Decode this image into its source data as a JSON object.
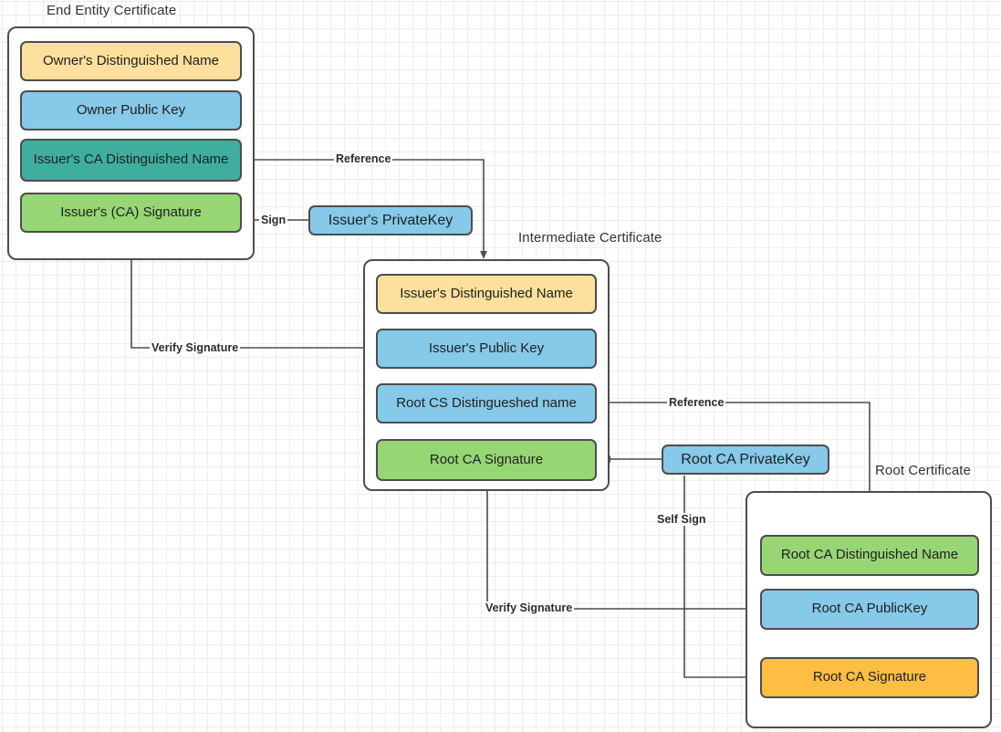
{
  "diagram": {
    "title_endentity": "End Entity Certificate",
    "title_intermediate": "Intermediate Certificate",
    "title_root": "Root Certificate",
    "colors": {
      "yellow": "#fce09b",
      "blue": "#86c9e8",
      "teal": "#3fae9f",
      "green": "#97d675",
      "orange": "#fdbe43",
      "stroke": "#4d4d4d",
      "grid_minor": "#ededed",
      "grid_major": "#dcdcdc",
      "background": "#ffffff"
    }
  },
  "end_entity": {
    "title": "End Entity Certificate",
    "fields": [
      {
        "label": "Owner's Distinguished Name",
        "color": "#fce09b"
      },
      {
        "label": "Owner Public  Key",
        "color": "#86c9e8"
      },
      {
        "label": "Issuer's CA Distinguished Name",
        "color": "#3fae9f"
      },
      {
        "label": "Issuer's (CA) Signature",
        "color": "#97d675"
      }
    ]
  },
  "intermediate": {
    "title": "Intermediate Certificate",
    "fields": [
      {
        "label": "Issuer's Distinguished Name",
        "color": "#fce09b"
      },
      {
        "label": "Issuer's Public  Key",
        "color": "#86c9e8"
      },
      {
        "label": "Root CS Distingueshed name",
        "color": "#86c9e8"
      },
      {
        "label": "Root CA Signature",
        "color": "#97d675"
      }
    ]
  },
  "root": {
    "title": "Root Certificate",
    "fields": [
      {
        "label": "Root CA Distinguished Name",
        "color": "#97d675"
      },
      {
        "label": "Root CA PublicKey",
        "color": "#86c9e8"
      },
      {
        "label": "Root CA Signature",
        "color": "#fdbe43"
      }
    ]
  },
  "keys": {
    "issuer_private": "Issuer's PrivateKey",
    "root_private": "Root CA PrivateKey"
  },
  "edge_labels": {
    "reference_top": "Reference",
    "sign": "Sign",
    "verify_signature_top": "Verify Signature",
    "reference_mid": "Reference",
    "self_sign": "Self Sign",
    "verify_signature_bottom": "Verify Signature"
  }
}
